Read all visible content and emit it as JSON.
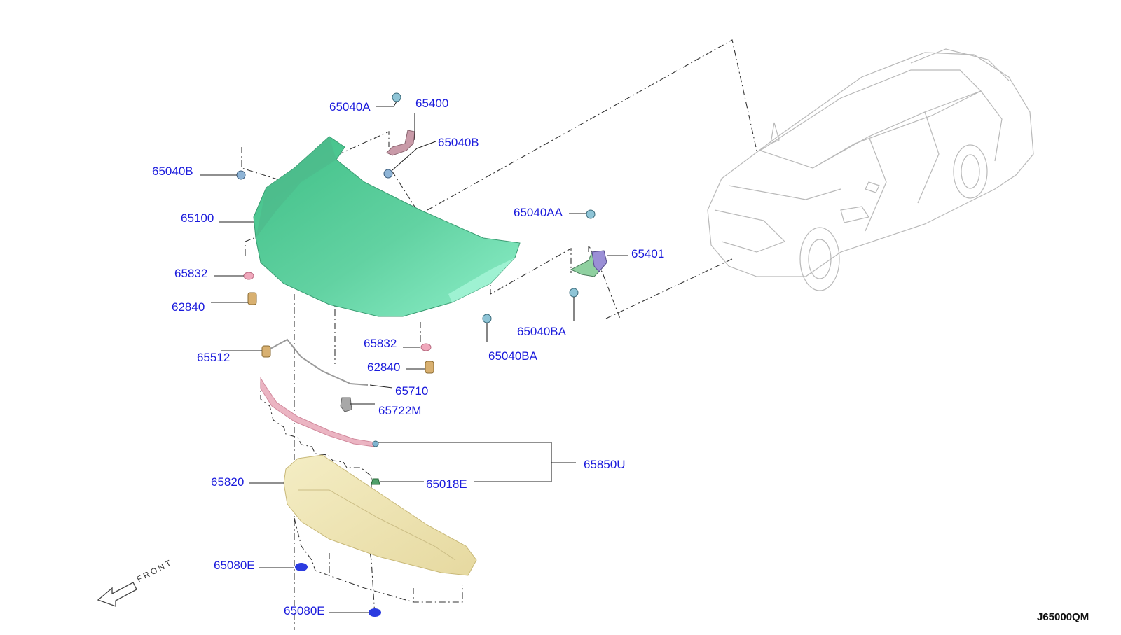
{
  "diagram_code": "J65000QM",
  "front_label": "FRONT",
  "labels": {
    "p65040A": "65040A",
    "p65400": "65400",
    "p65040B_top": "65040B",
    "p65040B_left": "65040B",
    "p65100": "65100",
    "p65040AA": "65040AA",
    "p65401": "65401",
    "p65832_left": "65832",
    "p62840_left": "62840",
    "p65040BA_right": "65040BA",
    "p65040BA_center": "65040BA",
    "p65832_center": "65832",
    "p62840_center": "62840",
    "p65512": "65512",
    "p65710": "65710",
    "p65722M": "65722M",
    "p65850U": "65850U",
    "p65018E": "65018E",
    "p65820": "65820",
    "p65080E_top": "65080E",
    "p65080E_bottom": "65080E"
  },
  "colors": {
    "label": "#1a1adc",
    "hood": "#5cc99a",
    "insulator": "#efe6b2",
    "seal": "#e8a0b0",
    "bumper": "#d8b070",
    "clip_blue": "#2b3be0",
    "hinge_right": "#9a8fd6",
    "hinge_left": "#c99aa8"
  }
}
